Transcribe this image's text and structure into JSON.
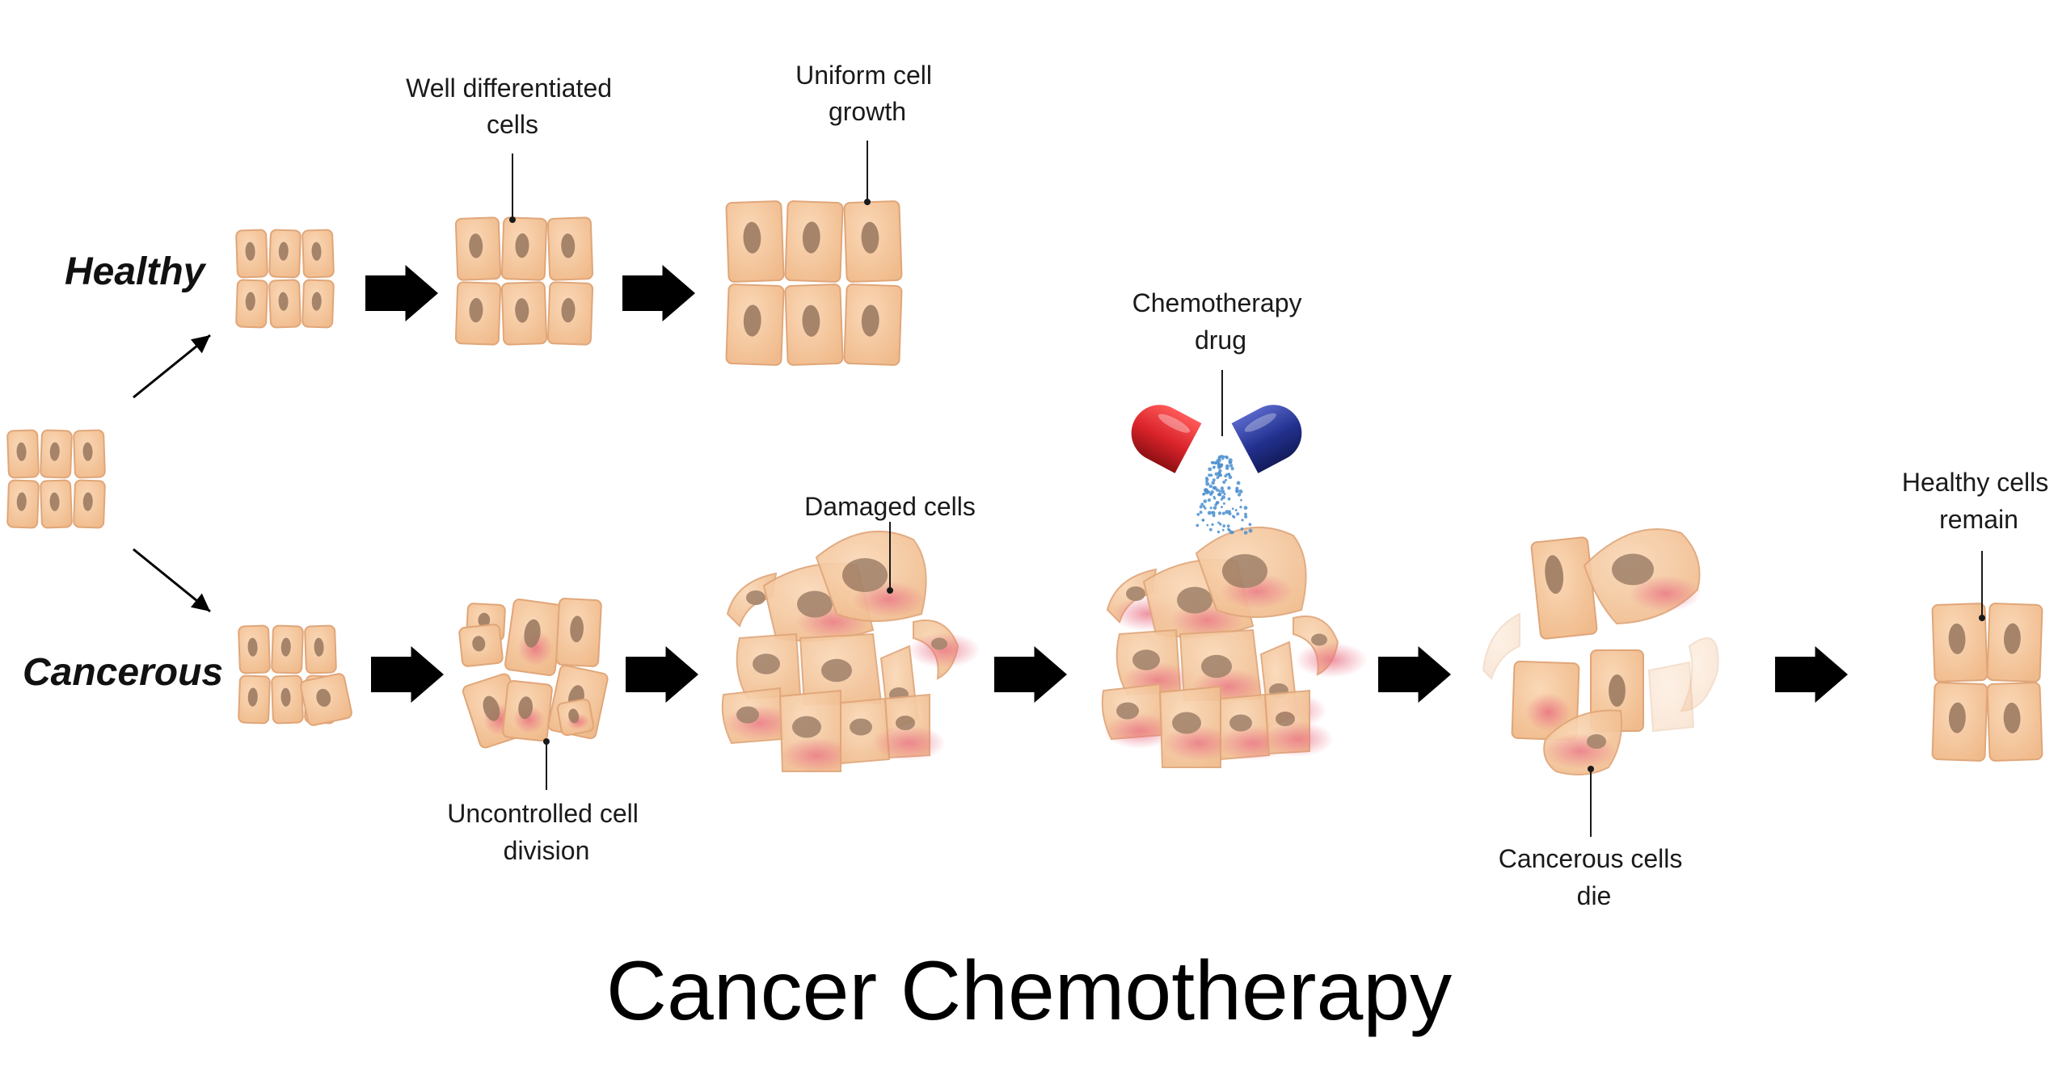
{
  "title": "Cancer Chemotherapy",
  "rows": {
    "healthy": "Healthy",
    "cancerous": "Cancerous"
  },
  "labels": {
    "well_differentiated": [
      "Well differentiated",
      "cells"
    ],
    "uniform_growth": [
      "Uniform cell",
      "growth"
    ],
    "chemo_drug": [
      "Chemotherapy",
      "drug"
    ],
    "damaged_cells": [
      "Damaged cells"
    ],
    "healthy_remain": [
      "Healthy cells",
      "remain"
    ],
    "uncontrolled_division": [
      "Uncontrolled cell",
      "division"
    ],
    "cancerous_die": [
      "Cancerous cells",
      "die"
    ]
  },
  "colors": {
    "cell_fill": "#f6c9a0",
    "cell_edge": "#e0a679",
    "nucleus": "#9c7b62",
    "damage": "#e8657a",
    "capsule_red": "#d9232a",
    "capsule_blue": "#23318f",
    "powder": "#4b8fd0",
    "arrow": "#000000"
  }
}
